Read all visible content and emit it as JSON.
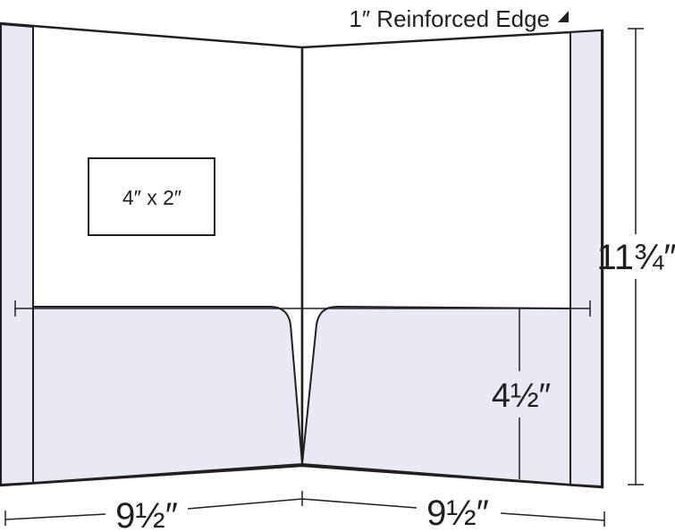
{
  "callout": {
    "reinforced_edge": "1″ Reinforced Edge",
    "arrow_icon": "triangle-arrow"
  },
  "card_slot": {
    "label": "4″ x 2″"
  },
  "dimensions": {
    "height": "11¾″",
    "pocket_height": "4½″",
    "left_width": "9½″",
    "right_width": "9½″"
  },
  "colors": {
    "stroke": "#231f20",
    "panel": "#ffffff",
    "tint": "#e9e9f5"
  }
}
